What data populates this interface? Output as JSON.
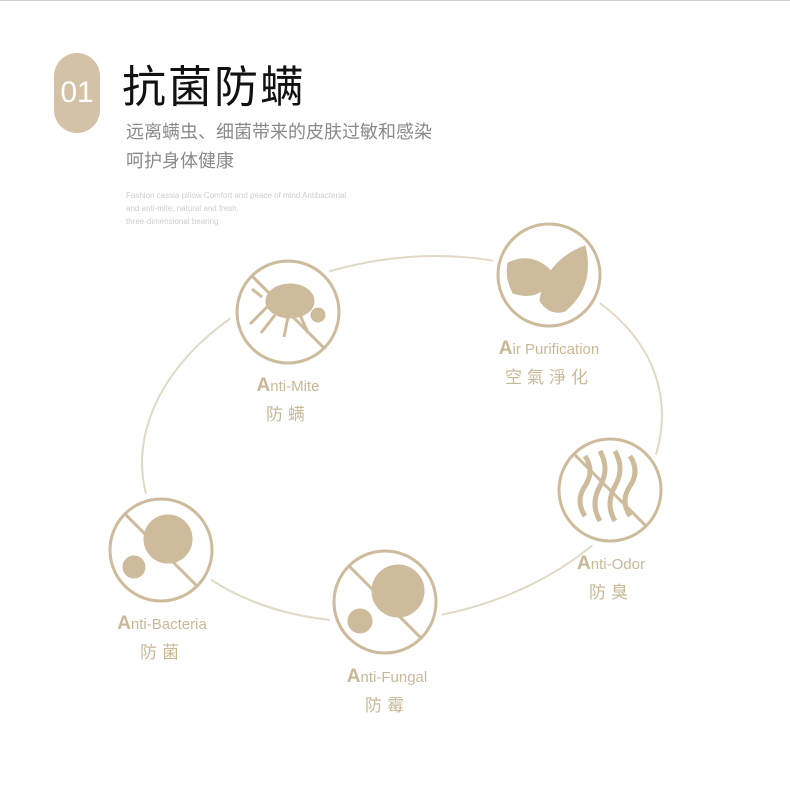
{
  "header": {
    "number": "01",
    "title": "抗菌防螨",
    "subtitle_lines": [
      "远离螨虫、细菌带来的皮肤过敏和感染",
      "呵护身体健康"
    ],
    "english_lines": [
      "Fashion cassia pillow Comfort and peace of mind Antibacterial",
      "and anti-mite, natural and fresh,",
      "three-dimensional bearing"
    ]
  },
  "accent_color": "#cdbb9c",
  "features": [
    {
      "icon": "mite-icon",
      "initial": "A",
      "rest": "nti-Mite",
      "cn": "防螨"
    },
    {
      "icon": "leaves-icon",
      "initial": "A",
      "rest": "ir Purification",
      "cn": "空氣淨化"
    },
    {
      "icon": "odor-waves-icon",
      "initial": "A",
      "rest": "nti-Odor",
      "cn": "防臭"
    },
    {
      "icon": "bacteria-icon",
      "initial": "A",
      "rest": "nti-Bacteria",
      "cn": "防菌"
    },
    {
      "icon": "fungus-icon",
      "initial": "A",
      "rest": "nti-Fungal",
      "cn": "防霉"
    }
  ]
}
